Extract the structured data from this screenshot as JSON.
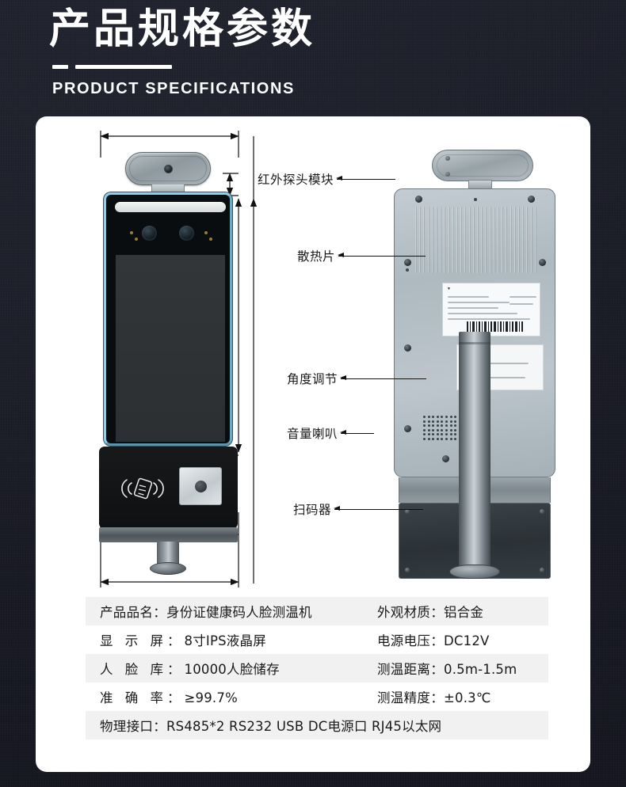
{
  "header": {
    "title_cn": "产品规格参数",
    "title_en": "PRODUCT SPECIFICATIONS"
  },
  "diagram": {
    "front_view_name": "front-view-device",
    "back_view_name": "back-view-device",
    "callouts": [
      {
        "label": "红外探头模块",
        "target": "infrared-sensor-module"
      },
      {
        "label": "散热片",
        "target": "heatsink-fins"
      },
      {
        "label": "角度调节",
        "target": "angle-adjustment"
      },
      {
        "label": "音量喇叭",
        "target": "speaker"
      },
      {
        "label": "扫码器",
        "target": "qr-code-scanner"
      }
    ],
    "dimension_lines": [
      "overall-width",
      "module-width",
      "module-height",
      "body-height",
      "reader-height",
      "total-height",
      "base-width"
    ]
  },
  "specs": {
    "rows": [
      {
        "shaded": true,
        "left": {
          "key": "产品品名：",
          "value": "身份证健康码人脸测温机",
          "spaced": false
        },
        "right": {
          "key": "外观材质：",
          "value": "铝合金",
          "spaced": false
        }
      },
      {
        "shaded": false,
        "left": {
          "key": "显 示 屏：",
          "value": "8寸IPS液晶屏",
          "spaced": true
        },
        "right": {
          "key": "电源电压：",
          "value": "DC12V",
          "spaced": false
        }
      },
      {
        "shaded": true,
        "left": {
          "key": "人 脸 库：",
          "value": "10000人脸储存",
          "spaced": true
        },
        "right": {
          "key": "测温距离：",
          "value": "0.5m-1.5m",
          "spaced": false
        }
      },
      {
        "shaded": false,
        "left": {
          "key": "准 确 率：",
          "value": "≥99.7%",
          "spaced": true
        },
        "right": {
          "key": "测温精度：",
          "value": "±0.3℃",
          "spaced": false
        }
      }
    ],
    "full_row": {
      "shaded": true,
      "key": "物理接口：",
      "value": "RS485*2  RS232  USB  DC电源口  RJ45以太网"
    }
  },
  "colors": {
    "background": "#1a1c26",
    "card": "#ffffff",
    "row_shade": "#f1f1f1",
    "text": "#1a1a1a",
    "header_text": "#ffffff",
    "bezel_accent": "#8fd0e8"
  }
}
